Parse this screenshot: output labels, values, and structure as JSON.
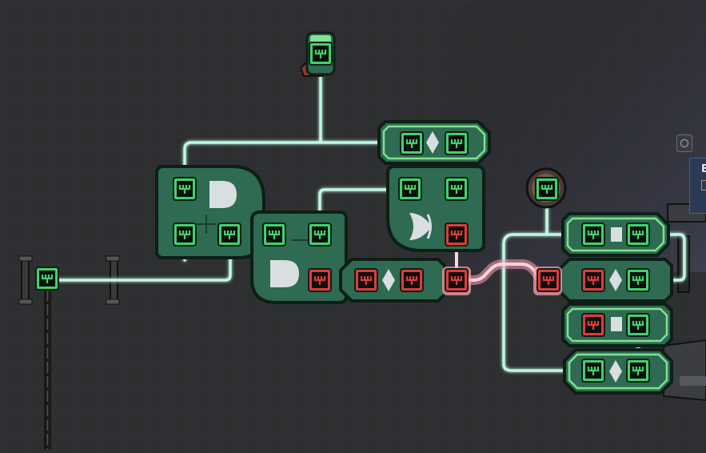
{
  "colors": {
    "background": "#2e2f31",
    "wire_green": "#9ff2d2",
    "wire_red": "#ff8a9c",
    "gate_body": "#2f6a52",
    "gate_border": "#0d1f17",
    "port_green": "#3fd36b",
    "port_red": "#e23a3a"
  },
  "gates": [
    {
      "name": "and-gate-left",
      "kind": "and",
      "inputs": [
        "green",
        "green"
      ],
      "output": "green"
    },
    {
      "name": "and-gate-middle",
      "kind": "and",
      "inputs": [
        "green",
        "red"
      ],
      "output": "green"
    },
    {
      "name": "or-gate",
      "kind": "or",
      "inputs": [
        "green"
      ],
      "output": "red"
    },
    {
      "name": "not-gate-top",
      "kind": "not",
      "state": "green"
    },
    {
      "name": "not-gate-middle",
      "kind": "not",
      "state": "red"
    },
    {
      "name": "buffer-top-right",
      "kind": "buffer",
      "state": "green"
    },
    {
      "name": "not-gate-right",
      "kind": "not",
      "state": "red"
    },
    {
      "name": "buffer-right-lower",
      "kind": "buffer",
      "state": "red"
    },
    {
      "name": "not-gate-bottom-right",
      "kind": "not",
      "state": "green"
    }
  ],
  "side_panel": {
    "label": "B"
  }
}
